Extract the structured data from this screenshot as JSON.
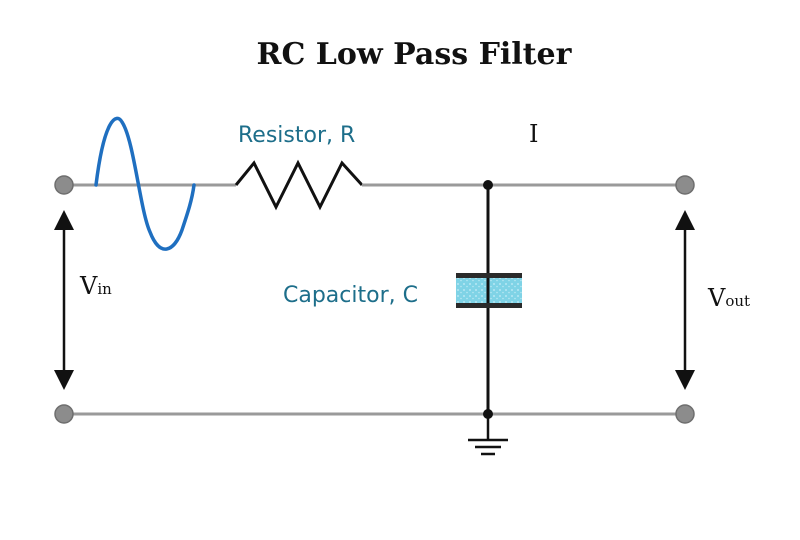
{
  "diagram": {
    "title": "RC Low Pass Filter",
    "labels": {
      "resistor": "Resistor, R",
      "current": "I",
      "capacitor": "Capacitor, C",
      "vin_main": "V",
      "vin_sub": "in",
      "vout_main": "V",
      "vout_sub": "out"
    },
    "colors": {
      "wire": "#9a9a9a",
      "terminal": "#8c8c8c",
      "sine": "#1f6fc0",
      "label": "#1d6e8a",
      "dark": "#111111",
      "capacitor_fill": "#7fd3e6"
    },
    "icons": [
      "sine-wave-icon",
      "resistor-symbol-icon",
      "capacitor-symbol-icon",
      "ground-symbol-icon",
      "double-arrow-icon"
    ]
  }
}
